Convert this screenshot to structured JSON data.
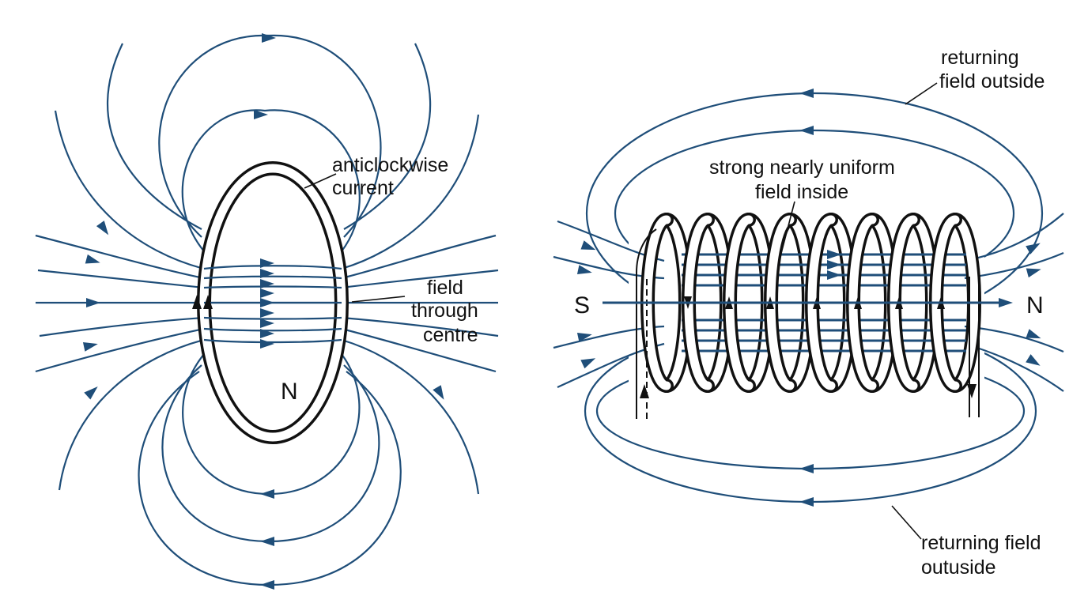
{
  "loop_diagram": {
    "current_label_line1": "anticlockwise",
    "current_label_line2": "current",
    "field_label_line1": "field",
    "field_label_line2": "through",
    "field_label_line3": "centre",
    "pole_label": "N"
  },
  "solenoid_diagram": {
    "top_label_line1": "returning",
    "top_label_line2": "field outside",
    "inside_label_line1": "strong nearly uniform",
    "inside_label_line2": "field inside",
    "bottom_label_line1": "returning field",
    "bottom_label_line2": "outuside",
    "south_label": "S",
    "north_label": "N"
  },
  "colors": {
    "field_line": "#1f4e79",
    "wire": "#111111",
    "background": "#ffffff"
  }
}
